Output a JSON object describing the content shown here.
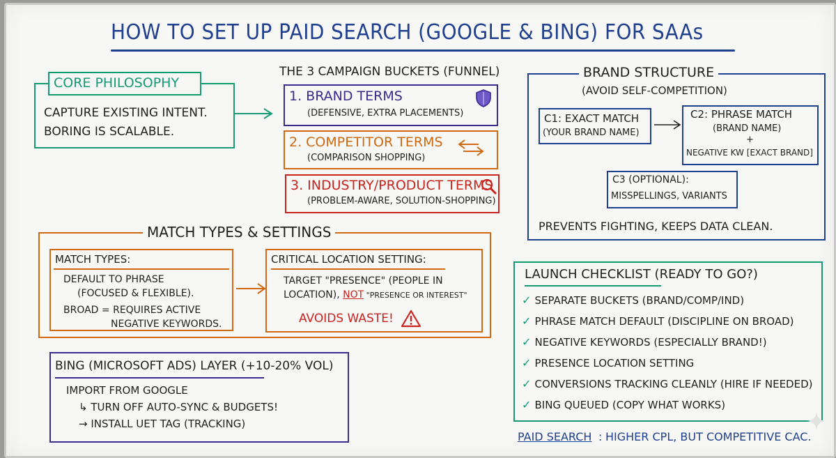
{
  "title": "HOW TO SET UP PAID SEARCH (GOOGLE & BING) FOR SAAs",
  "philosophy": {
    "heading": "CORE PHILOSOPHY",
    "line1": "CAPTURE EXISTING INTENT.",
    "line2": "BORING IS SCALABLE."
  },
  "buckets": {
    "heading": "THE 3 CAMPAIGN BUCKETS (FUNNEL)",
    "items": [
      {
        "title": "1. BRAND TERMS",
        "sub": "(DEFENSIVE, EXTRA PLACEMENTS)"
      },
      {
        "title": "2. COMPETITOR TERMS",
        "sub": "(COMPARISON SHOPPING)"
      },
      {
        "title": "3. INDUSTRY/PRODUCT TERMS",
        "sub": "(PROBLEM-AWARE, SOLUTION-SHOPPING)"
      }
    ]
  },
  "brand_structure": {
    "heading": "BRAND STRUCTURE",
    "sub": "(AVOID SELF-COMPETITION)",
    "c1_line1": "C1: EXACT MATCH",
    "c1_line2": "(YOUR BRAND NAME)",
    "c2_line1": "C2: PHRASE MATCH",
    "c2_line2": "(BRAND NAME)",
    "c2_plus": "+",
    "c2_line3": "NEGATIVE KW [EXACT BRAND]",
    "c3_line1": "C3 (OPTIONAL):",
    "c3_line2": "MISSPELLINGS, VARIANTS",
    "footer": "PREVENTS FIGHTING, KEEPS DATA CLEAN."
  },
  "match": {
    "heading": "MATCH TYPES & SETTINGS",
    "types_heading": "MATCH TYPES:",
    "l1": "DEFAULT TO PHRASE",
    "l2": "(FOCUSED & FLEXIBLE).",
    "l3": "BROAD = REQUIRES ACTIVE",
    "l4": "NEGATIVE KEYWORDS.",
    "loc_heading": "CRITICAL LOCATION SETTING:",
    "loc1": "TARGET \"PRESENCE\" (PEOPLE IN",
    "loc2a": "LOCATION), ",
    "loc2b": "NOT",
    "loc2c": " \"PRESENCE OR INTEREST\"",
    "loc3": "AVOIDS WASTE!"
  },
  "bing": {
    "heading": "BING (MICROSOFT ADS) LAYER (+10-20% VOL)",
    "l1": "IMPORT FROM GOOGLE",
    "l2": "↳ TURN OFF AUTO-SYNC & BUDGETS!",
    "l3": "→ INSTALL UET TAG (TRACKING)"
  },
  "checklist": {
    "heading": "LAUNCH CHECKLIST (READY TO GO?)",
    "check_mark": "✓",
    "items": [
      "SEPARATE BUCKETS (BRAND/COMP/IND)",
      "PHRASE MATCH DEFAULT (DISCIPLINE ON BROAD)",
      "NEGATIVE KEYWORDS (ESPECIALLY BRAND!)",
      "PRESENCE LOCATION SETTING",
      "CONVERSIONS TRACKING CLEANLY (HIRE IF NEEDED)",
      "BING QUEUED (COPY WHAT WORKS)"
    ]
  },
  "footer": {
    "label": "PAID SEARCH",
    "colon": ":",
    "text": "HIGHER CPL, BUT COMPETITIVE CAC."
  },
  "icons": {
    "shield": "shield-icon",
    "arrows": "two-way-arrows-icon",
    "magnifier": "magnifying-glass-icon",
    "warning": "warning-icon",
    "sparkle": "sparkle-icon"
  },
  "colors": {
    "blue": "#1f3f8f",
    "green": "#169a74",
    "purple": "#3c2a8c",
    "orange": "#cf6a12",
    "red": "#c8241d"
  }
}
